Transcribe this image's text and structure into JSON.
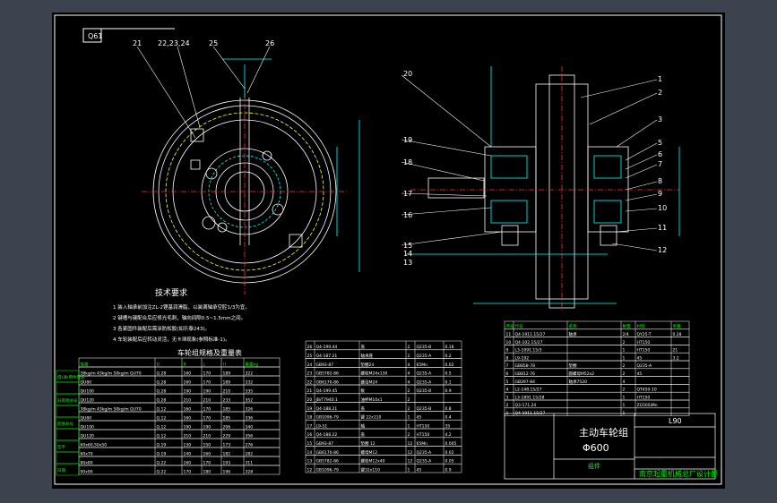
{
  "title_block": {
    "code": "Q61",
    "name": "主动车轮组",
    "spec": "Φ600",
    "number": "L90",
    "company": "南京起重机械总厂设计部",
    "tag": "组件"
  },
  "left_view": {
    "labels": [
      "21",
      "22,23,24",
      "25",
      "26"
    ]
  },
  "right_view": {
    "labels_left": [
      "20",
      "19",
      "18",
      "17",
      "16",
      "15",
      "14",
      "13"
    ],
    "labels_right": [
      "1",
      "2",
      "3",
      "5",
      "6",
      "7",
      "8",
      "9",
      "10",
      "11",
      "12"
    ]
  },
  "tech_requirements": {
    "title": "技术要求",
    "items": [
      "1  装入轴承前加注ZL-2锂基润滑脂，以装满轴承空腔1/3为宜。",
      "2  键槽与键配合后应修光毛刺，轴向间隙0.5~1.5mm之间。",
      "3  各紧固件装配后需涂防松胶(如乐泰243)。",
      "4  车轮装配后应转动灵活，无卡滞现象(参照标准-1)。"
    ]
  },
  "wheel_table": {
    "title": "车轮组规格及重量表",
    "header": [
      "规格",
      "D",
      "B",
      "L",
      "H",
      "重量kg"
    ],
    "rows": [
      [
        "38kg/m 43kg/m 50kg/m QU70",
        "Q.28",
        "160",
        "170",
        "189",
        "322"
      ],
      [
        "QU80",
        "Q.28",
        "160",
        "170",
        "189",
        "332"
      ],
      [
        "QU100",
        "Q.28",
        "190",
        "190",
        "210",
        "335"
      ],
      [
        "QU120",
        "Q.28",
        "210",
        "210",
        "233",
        "352"
      ],
      [
        "38kg/m 43kg/m 50kg/m QU70",
        "Q.12",
        "160",
        "170",
        "185",
        "326"
      ],
      [
        "QU80",
        "Q.12",
        "160",
        "170",
        "185",
        "336"
      ],
      [
        "QU100",
        "Q.12",
        "190",
        "190",
        "206",
        "340"
      ],
      [
        "QU120",
        "Q.12",
        "210",
        "210",
        "229",
        "356"
      ],
      [
        "60x60,50x50",
        "Q.19",
        "130",
        "150",
        "173",
        "276"
      ],
      [
        "60x70",
        "Q.19",
        "140",
        "160",
        "182",
        "282"
      ],
      [
        "80x80",
        "Q.22",
        "160",
        "170",
        "193",
        "311"
      ],
      [
        "90x90",
        "Q.22",
        "170",
        "180",
        "196",
        "328"
      ]
    ]
  },
  "parts_mid": {
    "rows": [
      [
        "26",
        "Q4-199.44",
        "盖",
        "2",
        "Q235-B",
        "0.18"
      ],
      [
        "25",
        "Q4-187.21",
        "轴承座",
        "2",
        "Q235-A",
        "0.2"
      ],
      [
        "24",
        "GB93-87",
        "垫圈24",
        "4",
        "65Mn",
        "0.02"
      ],
      [
        "23",
        "GB5782-86",
        "螺栓M24x130",
        "4",
        "Q235-A",
        "0.5"
      ],
      [
        "22",
        "GB6170-86",
        "螺母M24",
        "4",
        "Q235-A",
        "0.1"
      ],
      [
        "21",
        "Q4-199.45",
        "板",
        "2",
        "Q235-B",
        "0.9"
      ],
      [
        "20",
        "JB/T7940.1",
        "油杯M10x1",
        "2",
        "",
        ""
      ],
      [
        "19",
        "Q4-188.21",
        "盖",
        "2",
        "Q235-B",
        "0.8"
      ],
      [
        "18",
        "GB1096-79",
        "键 22x110",
        "1",
        "45",
        "0.4"
      ],
      [
        "17",
        "L9-51",
        "轴",
        "1",
        "HT150",
        "35"
      ],
      [
        "16",
        "Q4-188.22",
        "盖",
        "2",
        "HT150",
        "4.2"
      ],
      [
        "15",
        "GB93-87",
        "垫圈 12",
        "12",
        "65Mn",
        "0.005"
      ],
      [
        "14",
        "GB6170-86",
        "螺母M12",
        "12",
        "Q235-A",
        "0.02"
      ],
      [
        "13",
        "GB5782-86",
        "螺栓M12x40",
        "12",
        "Q235-A",
        "0.05"
      ],
      [
        "12",
        "GB1096-79",
        "键32x110",
        "1",
        "45",
        "0.9"
      ]
    ]
  },
  "parts_right": {
    "rows": [
      [
        "11",
        "Q4-1911.15/27",
        "轴承",
        "2/4",
        "QY25-T",
        "0.28"
      ],
      [
        "10",
        "Q4-102.15/27",
        "",
        "2",
        "HT150",
        ""
      ],
      [
        "9",
        "L3-1091.15/3",
        "",
        "1",
        "HT150",
        "21"
      ],
      [
        "8",
        "L9-192",
        "",
        "1",
        "45",
        "3.2"
      ],
      [
        "7",
        "GB858-78",
        "垫圈",
        "2",
        "Q235-A",
        ""
      ],
      [
        "6",
        "GB812-76",
        "圆螺母M52x2",
        "2",
        "45",
        ""
      ],
      [
        "5",
        "GB297-84",
        "轴承7520",
        "4",
        "",
        ""
      ],
      [
        "4",
        "L2-148.15/27",
        "",
        "2",
        "QT450-10",
        ""
      ],
      [
        "3",
        "L3-1891.15/28",
        "",
        "1",
        "HT150",
        ""
      ],
      [
        "2",
        "Q3-171.24",
        "",
        "1",
        "ZG50SiMn",
        ""
      ],
      [
        "1",
        "Q4-1911.15/27",
        "",
        "1",
        "",
        ""
      ]
    ],
    "header": [
      "序号",
      "代号",
      "名称",
      "数量",
      "材料",
      "单重"
    ]
  },
  "margin_strip": [
    "借(通)用件登记",
    "",
    "旧底图总号",
    "",
    "底图总号",
    "",
    "签字",
    "",
    "日期"
  ]
}
